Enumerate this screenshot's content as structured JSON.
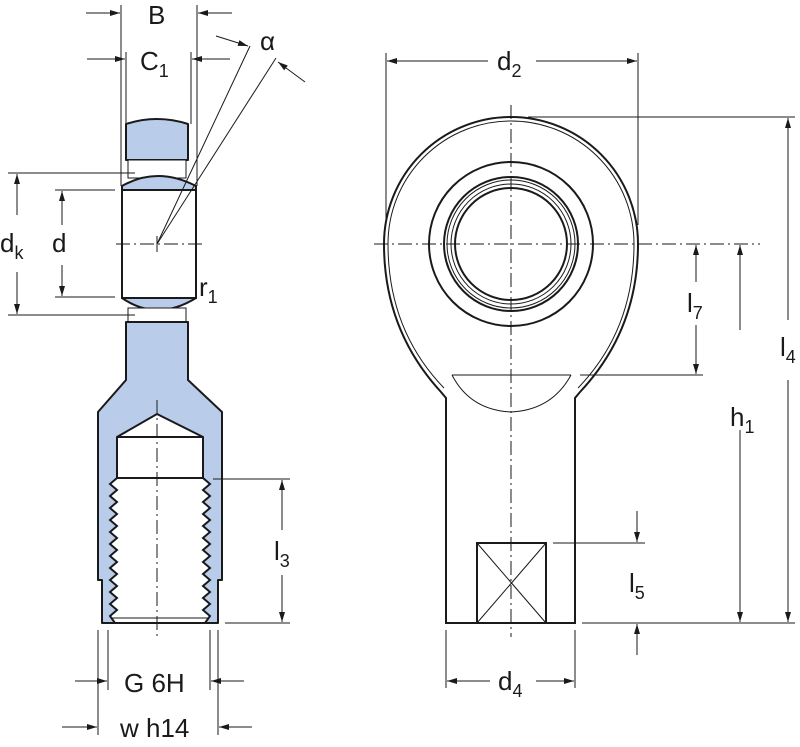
{
  "diagram": {
    "type": "technical-drawing",
    "subject": "rod end with female thread (spherical plain bearing)",
    "colors": {
      "section_fill": "#b9cdeb",
      "line": "#1a1a1a",
      "background": "#ffffff"
    },
    "side_view": {
      "labels": {
        "B": {
          "main": "B",
          "sub": ""
        },
        "C1": {
          "main": "C",
          "sub": "1"
        },
        "alpha": {
          "main": "α",
          "sub": ""
        },
        "dk": {
          "main": "d",
          "sub": "k"
        },
        "d": {
          "main": "d",
          "sub": ""
        },
        "r1": {
          "main": "r",
          "sub": "1"
        },
        "l3": {
          "main": "l",
          "sub": "3"
        },
        "G": {
          "main": "G 6H",
          "sub": ""
        },
        "w": {
          "main": "w h14",
          "sub": ""
        }
      }
    },
    "front_view": {
      "labels": {
        "d2": {
          "main": "d",
          "sub": "2"
        },
        "l4": {
          "main": "l",
          "sub": "4"
        },
        "l7": {
          "main": "l",
          "sub": "7"
        },
        "h1": {
          "main": "h",
          "sub": "1"
        },
        "l5": {
          "main": "l",
          "sub": "5"
        },
        "d4": {
          "main": "d",
          "sub": "4"
        }
      }
    }
  }
}
